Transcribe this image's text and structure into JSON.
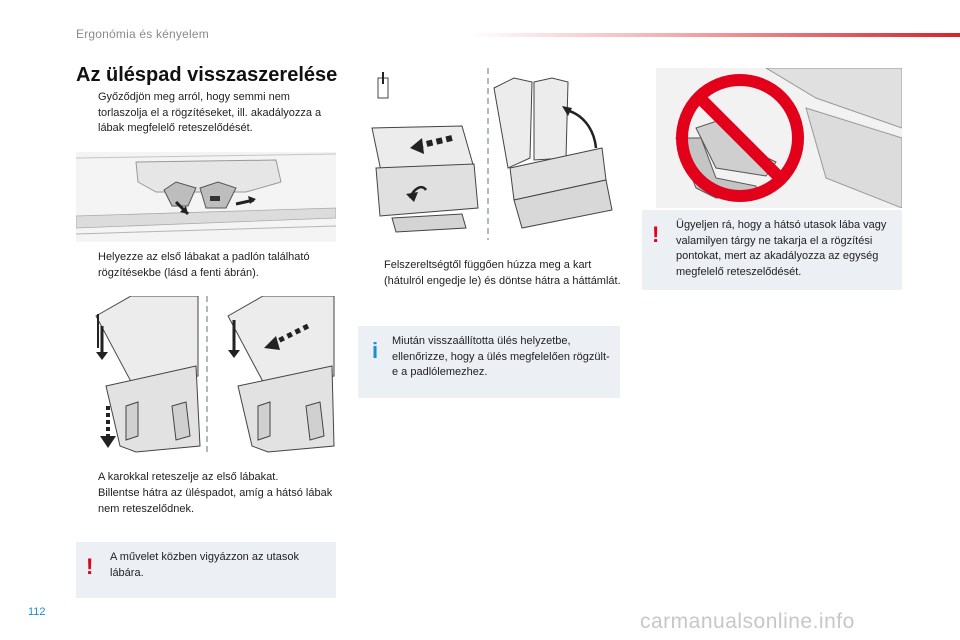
{
  "header": {
    "section_title": "Ergonómia és kényelem"
  },
  "main": {
    "title": "Az üléspad visszaszerelése",
    "bullet_symbol": "",
    "step1": "Győződjön meg arról, hogy semmi nem torlaszolja el a rögzítéseket, ill. akadályozza a lábak megfelelő reteszelődését.",
    "step2": "Helyezze az első lábakat a padlón található rögzítésekbe (lásd a fenti ábrán).",
    "step3": "A karokkal reteszelje az első lábakat.",
    "step4": "Billentse hátra az üléspadot, amíg a hátsó lábak nem reteszelődnek.",
    "step5": "Felszereltségtől függően húzza meg a kart (hátulról engedje le) és döntse hátra a háttámlát."
  },
  "notes": {
    "warning1": {
      "icon": "!",
      "text": "A művelet közben vigyázzon az utasok lábára."
    },
    "info1": {
      "icon": "i",
      "text": "Miután visszaállította ülés helyzetbe, ellenőrizze, hogy a ülés megfelelően rögzült-e a padlólemezhez."
    },
    "warning2": {
      "icon": "!",
      "text": "Ügyeljen rá, hogy a hátsó utasok lába vagy valamilyen tárgy ne takarja el a rögzítési pontokat, mert az akadályozza az egység megfelelő reteszelődését."
    }
  },
  "footer": {
    "page_number": "112",
    "watermark": "carmanualsonline.info"
  },
  "colors": {
    "accent_red": "#e2001a",
    "info_blue": "#1a8fd6",
    "note_bg": "#eceff3"
  }
}
